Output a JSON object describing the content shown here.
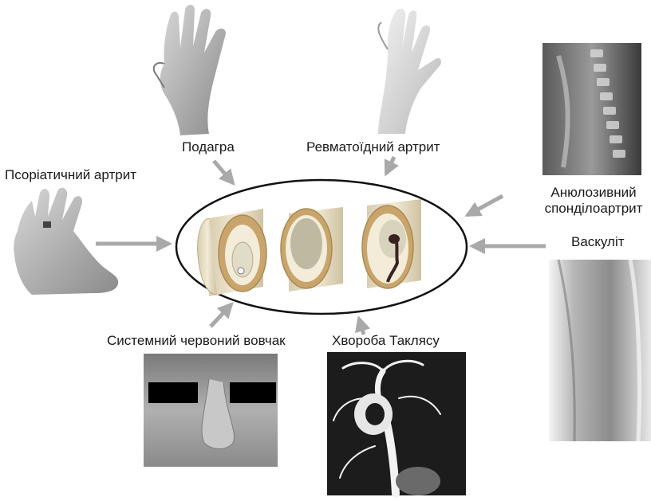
{
  "labels": {
    "gout": "Подагра",
    "rheumatoid_arthritis": "Ревматоїдний артрит",
    "psoriatic_arthritis": "Псоріатичний артрит",
    "ankylosing_spondylitis_line1": "Анюлозивний",
    "ankylosing_spondylitis_line2": "спонділоартрит",
    "vasculitis": "Васкуліт",
    "lupus": "Системний червоний вовчак",
    "takayasu": "Хвороба Таклясу"
  },
  "colors": {
    "arrow": "#a9a9a9",
    "ellipse_stroke": "#111111",
    "vessel_wall": "#e6ddc6",
    "vessel_lumen": "#c9a46b",
    "lumen_inner": "#f2ecd8"
  }
}
